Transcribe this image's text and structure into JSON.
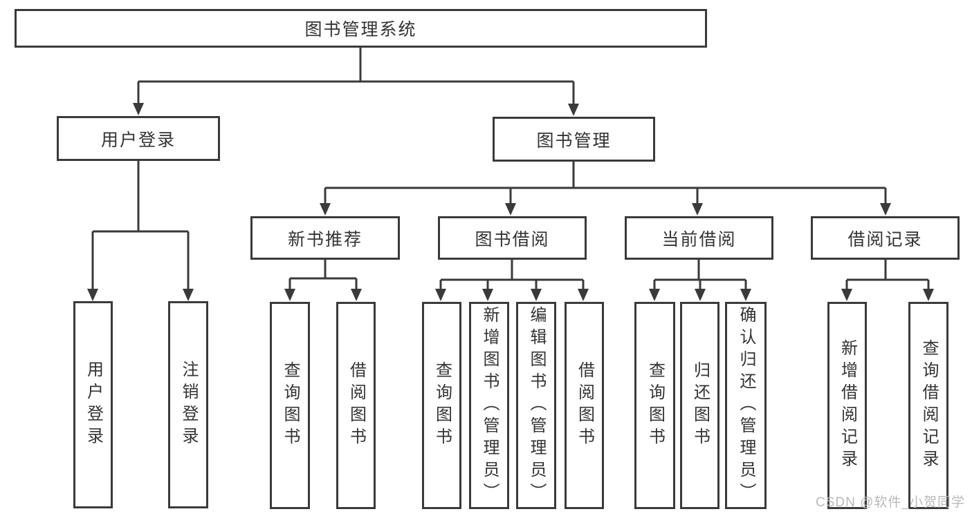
{
  "diagram_title": "图书管理系统",
  "watermark": "CSDN @软件_小贺同学",
  "colors": {
    "line": "#3a3a3a",
    "box_border": "#3a3a3a",
    "box_fill": "#ffffff",
    "text": "#333333",
    "watermark": "#b9b9b9",
    "background": "#ffffff"
  },
  "nodes": {
    "root": "图书管理系统",
    "user_login": "用户登录",
    "book_mgmt": "图书管理",
    "new_book_rec": "新书推荐",
    "book_borrow": "图书借阅",
    "current_borrow": "当前借阅",
    "borrow_records": "借阅记录",
    "leaf_user_login": "用户登录",
    "leaf_logout": "注销登录",
    "leaf_query_book_a": "查询图书",
    "leaf_borrow_book_a": "借阅图书",
    "leaf_query_book_b": "查询图书",
    "leaf_add_book": "新增图书（管理员）",
    "leaf_edit_book": "编辑图书（管理员）",
    "leaf_borrow_book_b": "借阅图书",
    "leaf_query_book_c": "查询图书",
    "leaf_return_book": "归还图书",
    "leaf_confirm_return": "确认归还（管理员）",
    "leaf_add_record": "新增借阅记录",
    "leaf_query_record": "查询借阅记录"
  },
  "hierarchy": {
    "label": "图书管理系统",
    "children": [
      {
        "label": "用户登录",
        "children": [
          {
            "label": "用户登录"
          },
          {
            "label": "注销登录"
          }
        ]
      },
      {
        "label": "图书管理",
        "children": [
          {
            "label": "新书推荐",
            "children": [
              {
                "label": "查询图书"
              },
              {
                "label": "借阅图书"
              }
            ]
          },
          {
            "label": "图书借阅",
            "children": [
              {
                "label": "查询图书"
              },
              {
                "label": "新增图书（管理员）"
              },
              {
                "label": "编辑图书（管理员）"
              },
              {
                "label": "借阅图书"
              }
            ]
          },
          {
            "label": "当前借阅",
            "children": [
              {
                "label": "查询图书"
              },
              {
                "label": "归还图书"
              },
              {
                "label": "确认归还（管理员）"
              }
            ]
          },
          {
            "label": "借阅记录",
            "children": [
              {
                "label": "新增借阅记录"
              },
              {
                "label": "查询借阅记录"
              }
            ]
          }
        ]
      }
    ]
  }
}
